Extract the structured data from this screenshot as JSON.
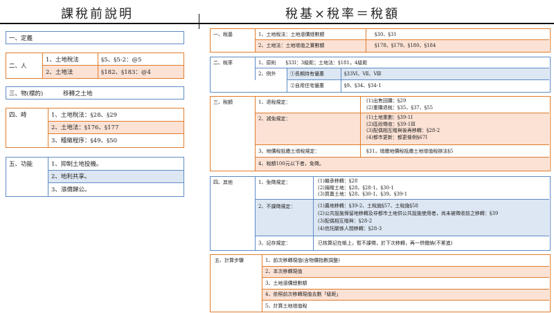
{
  "left": {
    "title": "課稅前說明",
    "s1": {
      "label": "一、定義"
    },
    "s2": {
      "label": "二、人",
      "rows": [
        {
          "name": "1、土地稅法",
          "ref": "§5、§5-2：@5"
        },
        {
          "name": "2、土地法",
          "ref": "§182、§183：@4"
        }
      ]
    },
    "s3": {
      "label": "三、物(標的)",
      "value": "移轉之土地"
    },
    "s4": {
      "label": "四、時",
      "rows": [
        "1、土地稅法：§28、§29",
        "2、土地法：§176、§177",
        "3、稽徵程序：§49、§50"
      ]
    },
    "s5": {
      "label": "五、功能",
      "rows": [
        "1、抑制土地投機。",
        "2、地利共享。",
        "3、漲價歸公。"
      ]
    }
  },
  "right": {
    "title": "稅基×稅率＝稅額",
    "tax_base": {
      "label": "一、稅基",
      "rows": [
        {
          "name": "1、土地稅法：土地漲價總數額",
          "ref": "§30、§31"
        },
        {
          "name": "2、土地法：土地增值之實數額",
          "ref": "§178、§179、§180、§184"
        }
      ]
    },
    "tax_rate": {
      "label": "二、稅率",
      "r1": "1、原則　　§33Ⅰ：3級距；土地法：§181，4級距",
      "r2": "2、例外",
      "ex1": {
        "name": "①長期持有優惠",
        "ref": "§33Ⅵ、Ⅶ、Ⅷ"
      },
      "ex2": {
        "name": "②自用住宅優惠",
        "ref": "§9、§34、§34-1"
      }
    },
    "tax_amount": {
      "label": "三、稅額",
      "r1": "1、退稅規定：",
      "r1_lines": [
        "(1)出售回購：§29",
        "(2)重購退稅：§35、§37、§55"
      ],
      "r2": "2、減免規定：",
      "r2_lines": [
        "(1)土地重劃：§39-1Ⅰ",
        "(2)區段徵收：§39-1Ⅲ",
        "(3)配偶相互贈與後再移轉：§28-2",
        "(4)都市更新：都更條例§67Ⅰ"
      ],
      "r3": "3、地價稅抵繳土增稅規定：",
      "r3_ref": "§31，增繳地價稅抵繳土地增值稅辦法§5",
      "r4": "4、稅額100元以下者，免徵。"
    },
    "other": {
      "label": "四、其他",
      "r1": "1、免徵規定：",
      "r1_lines": [
        "(1)繼承移轉：§28",
        "(2)捐贈土地：§28、§28-1、§30-1",
        "(3)買賣土地：§28、§30-1、§39、§39-1"
      ],
      "r2": "2、不課徵規定：",
      "r2_lines": [
        "(1)農地移轉：§39-2、土稅施§57、土稅施§58",
        "(2)公共設施保留地移轉及非都市土地供公共設施使用者，尚未被徵收前之移轉：§39",
        "(3)配偶相互贈與：§28-2",
        "(4)信託關係人間移轉：§28-3"
      ],
      "r3": "3、記存規定：",
      "r3_val": "已核算記在帳上，暫不課徵，於下次移轉，再一併繳納(不累進)"
    },
    "steps": {
      "label": "五、計算步驟",
      "rows": [
        "1、前次移轉現值(含物價指數調整)",
        "2、本次移轉現值",
        "3、土地漲價總數額",
        "4、依照前次移轉現值去劃「級距」",
        "5、計算土地增值稅"
      ]
    }
  }
}
